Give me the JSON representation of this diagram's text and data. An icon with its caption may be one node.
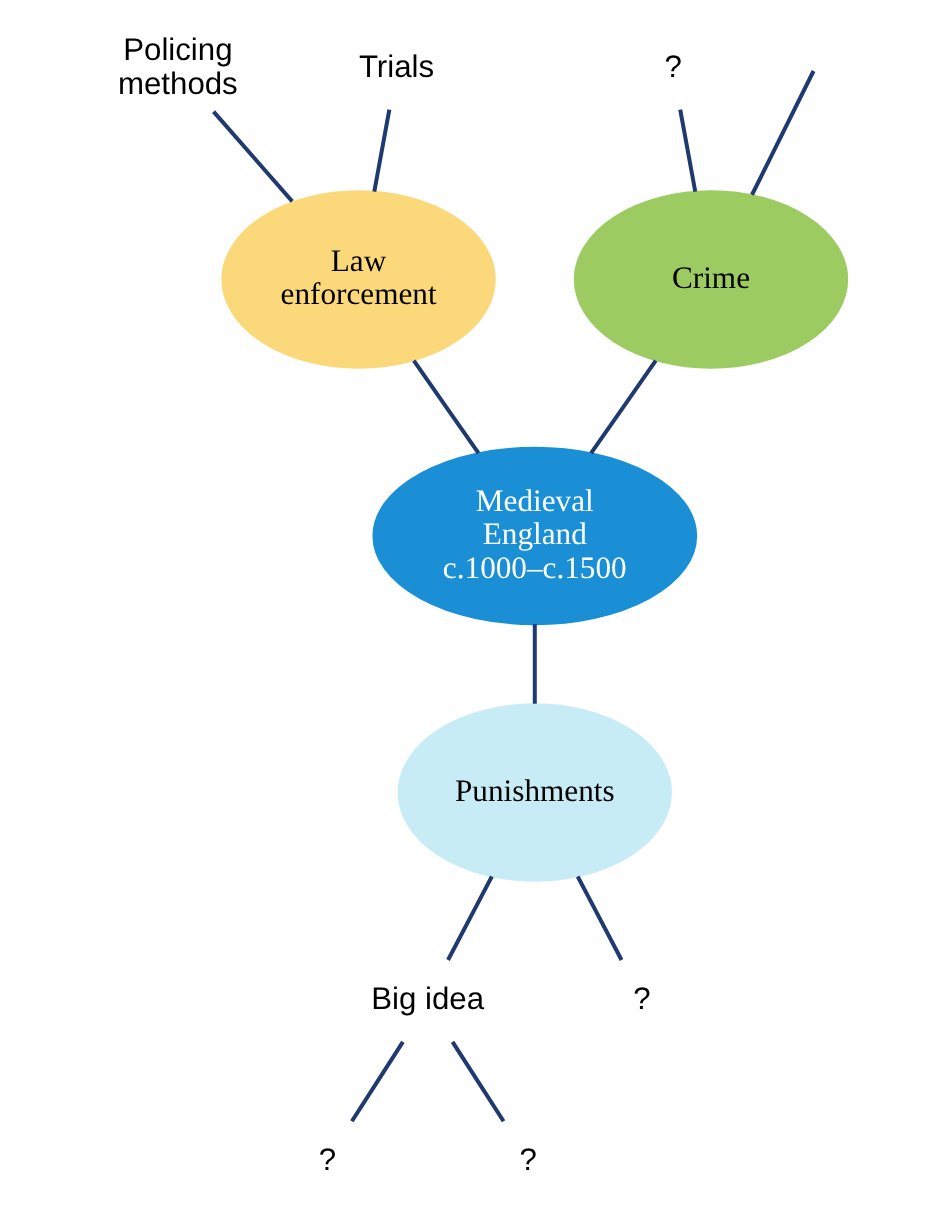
{
  "diagram": {
    "nodes": [
      {
        "text": [
          "Policing methods"
        ]
      },
      {
        "text": [
          "Trials"
        ]
      },
      {
        "text": [
          "?"
        ]
      },
      {
        "text": [
          "Law enforcement"
        ]
      },
      {
        "text": [
          "Crime"
        ]
      },
      {
        "text": [
          "Medieval England c.1000–c.1500"
        ]
      },
      {
        "text": [
          "Punishments"
        ]
      },
      {
        "text": [
          "Big idea"
        ]
      },
      {
        "text": [
          "?"
        ]
      },
      {
        "text": [
          "?"
        ]
      },
      {
        "text": [
          "?"
        ]
      }
    ],
    "edges": [
      {
        "from": 0,
        "to": 3,
        "arrow": "none"
      },
      {
        "from": 1,
        "to": 3,
        "arrow": "none"
      },
      {
        "from": 2,
        "to": 4,
        "arrow": "none"
      },
      {
        "from": null,
        "to": 4,
        "arrow": "none"
      },
      {
        "from": 3,
        "to": 5,
        "arrow": "none"
      },
      {
        "from": 4,
        "to": 5,
        "arrow": "none"
      },
      {
        "from": 5,
        "to": 6,
        "arrow": "none"
      },
      {
        "from": 6,
        "to": 7,
        "arrow": "none"
      },
      {
        "from": 6,
        "to": 8,
        "arrow": "none"
      },
      {
        "from": 7,
        "to": 9,
        "arrow": "none"
      },
      {
        "from": 7,
        "to": 10,
        "arrow": "none"
      }
    ]
  }
}
